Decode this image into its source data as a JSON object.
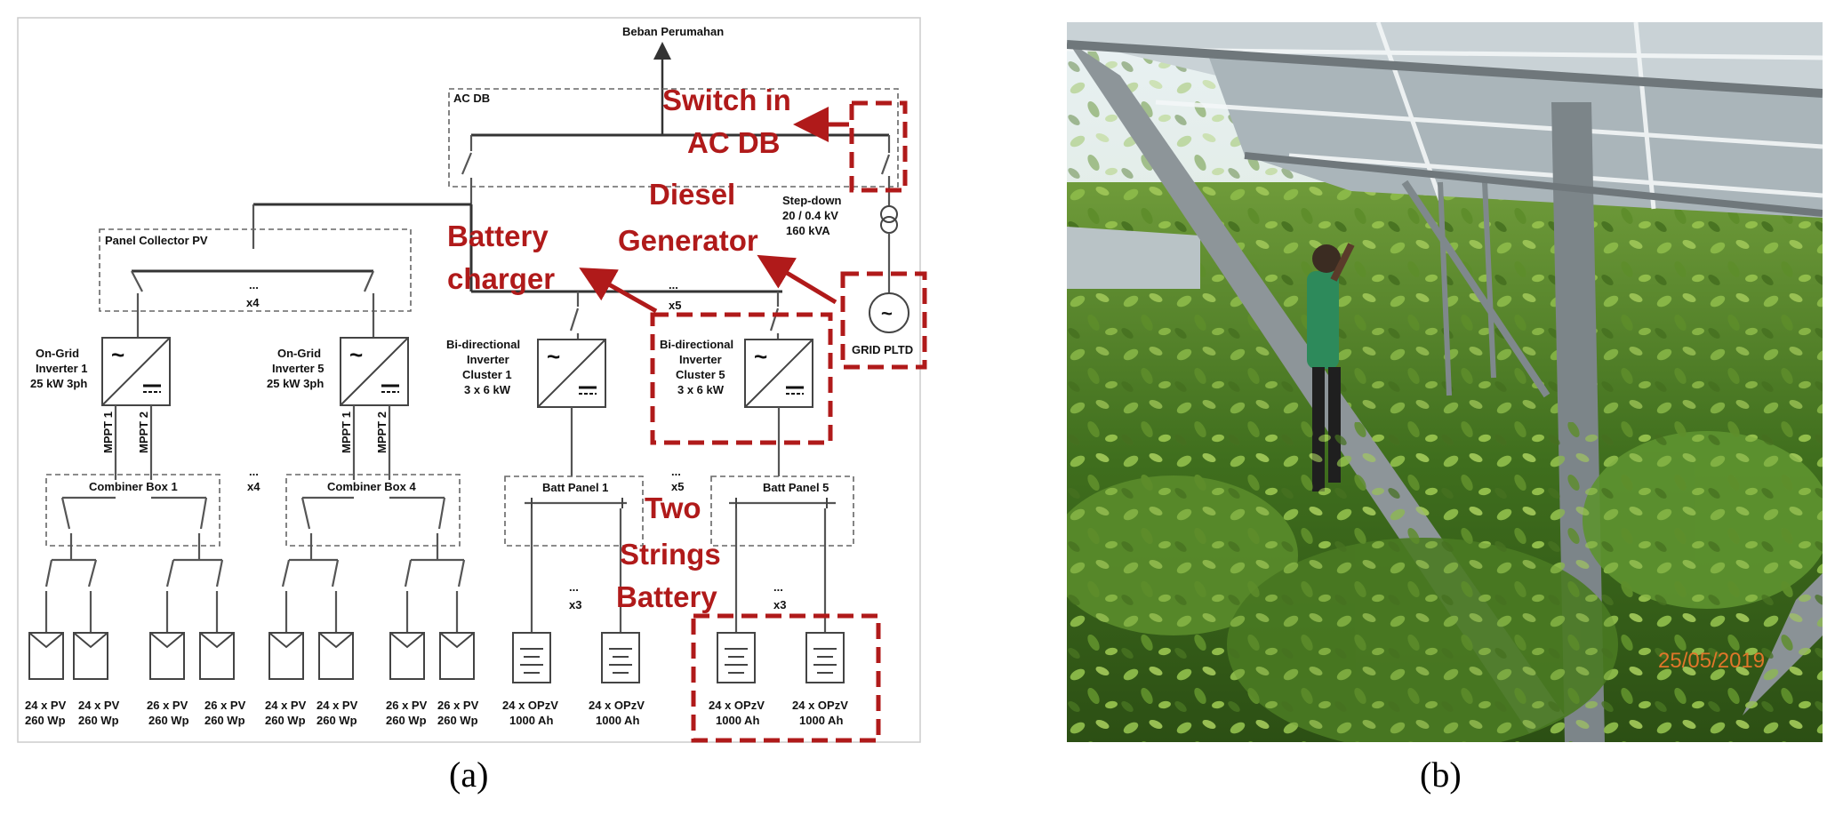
{
  "diagram": {
    "top_load": "Beban Perumahan",
    "acdb_label": "AC DB",
    "panel_collector": "Panel Collector PV",
    "x4": "x4",
    "x5": "x5",
    "x3": "x3",
    "dots": "...",
    "stepdown": [
      "Step-down",
      "20 / 0.4 kV",
      "160 kVA"
    ],
    "grid": "GRID PLTD",
    "ongrid1": [
      "On-Grid",
      "Inverter 1",
      "25 kW 3ph"
    ],
    "ongrid5": [
      "On-Grid",
      "Inverter 5",
      "25 kW 3ph"
    ],
    "mppt1": "MPPT 1",
    "mppt2": "MPPT 2",
    "bidir1": [
      "Bi-directional",
      "Inverter",
      "Cluster 1",
      "3 x 6 kW"
    ],
    "bidir5": [
      "Bi-directional",
      "Inverter",
      "Cluster 5",
      "3 x 6 kW"
    ],
    "combiner1": "Combiner Box 1",
    "combiner4": "Combiner Box 4",
    "batt1": "Batt Panel 1",
    "batt5": "Batt Panel 5",
    "pv_24": [
      "24 x PV",
      "260 Wp"
    ],
    "pv_26": [
      "26 x PV",
      "260 Wp"
    ],
    "bat": [
      "24 x OPzV",
      "1000 Ah"
    ]
  },
  "annotations": {
    "switch": [
      "Switch in",
      "AC DB"
    ],
    "diesel": [
      "Diesel",
      "Generator"
    ],
    "charger": [
      "Battery",
      "charger"
    ],
    "strings": [
      "Two",
      "Strings",
      "Battery"
    ]
  },
  "photo": {
    "timestamp": "25/05/2019"
  },
  "captions": {
    "a": "(a)",
    "b": "(b)"
  }
}
